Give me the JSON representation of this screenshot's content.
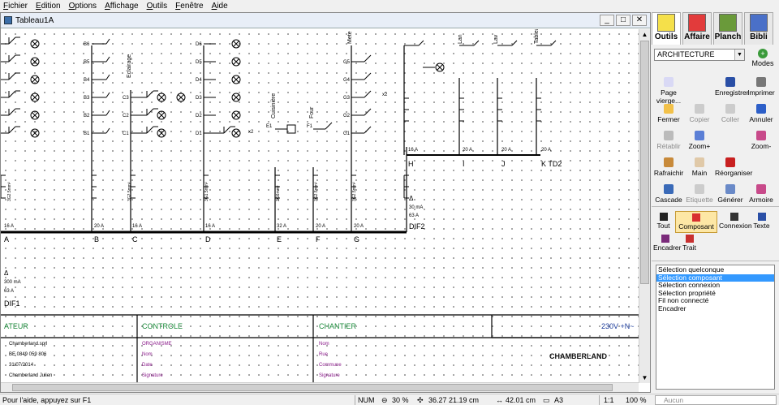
{
  "menu": [
    "Fichier",
    "Edition",
    "Options",
    "Affichage",
    "Outils",
    "Fenêtre",
    "Aide"
  ],
  "document": {
    "title": "Tableau1A",
    "minimize": "_",
    "maximize": "□",
    "close": "✕"
  },
  "schematic": {
    "row_labels_left": [
      "B6",
      "B5",
      "B4",
      "B3",
      "B2",
      "B1"
    ],
    "row_labels_c": [
      "C3",
      "C2",
      "C1"
    ],
    "row_labels_d": [
      "D6",
      "D5",
      "D4",
      "D3",
      "D2",
      "D1"
    ],
    "row_labels_g": [
      "G5",
      "G4",
      "G3",
      "G2",
      "G1"
    ],
    "circuit_letters": [
      "A",
      "B",
      "C",
      "D",
      "E",
      "F",
      "G"
    ],
    "upper_letters": [
      "H",
      "I",
      "J",
      "K TD2"
    ],
    "rotated_labels": [
      "Eclairage",
      "Cuisinière",
      "Four",
      "Mete",
      "Lan",
      "Lav",
      "Tableau"
    ],
    "breaker_ratings_lower": [
      "16 A",
      "20 A",
      "16 A",
      "16 A",
      "32 A",
      "20 A",
      "20 A"
    ],
    "breaker_ratings_upper": [
      "16 A",
      "20 A",
      "20 A",
      "20 A"
    ],
    "cable_labels": [
      "3G2.5mm²",
      "3G2.5mm²",
      "3G1.5mm²",
      "3G6mm²",
      "3G2.5mm²",
      "3G2.5mm²"
    ],
    "x2_marks": [
      "x2",
      "x2"
    ],
    "dif_labels": [
      "DIF1",
      "DIF2"
    ],
    "dif1_info": [
      "Δ",
      "300 mA",
      "63 A"
    ],
    "dif2_info": [
      "Δ",
      "30 mA",
      "63 A"
    ],
    "e1": "E1",
    "f1": "F1"
  },
  "titleblock": {
    "sections": [
      "ATEUR",
      "CONTROLE",
      "CHANTIER"
    ],
    "voltage": "230V +N~",
    "left_lines": [
      "Chamberland.sprl",
      "BE 0849 059 806",
      "31/07/2014",
      "Chamberland Julien"
    ],
    "controle_lines": [
      "ORGANISME",
      "Nom",
      "Date",
      "Signature"
    ],
    "chantier_lines": [
      "Nom",
      "Rue",
      "Commune",
      "Signature"
    ],
    "logo": "CHAMBERLAND"
  },
  "panel": {
    "tabs": [
      {
        "label": "Outils",
        "icon": "pencil-icon",
        "color": "#f5e04a"
      },
      {
        "label": "Affaire",
        "icon": "document-icon",
        "color": "#e23b3b"
      },
      {
        "label": "Planch",
        "icon": "palette-icon",
        "color": "#6a9a3a"
      },
      {
        "label": "Bibli",
        "icon": "book-icon",
        "color": "#4a70c8"
      }
    ],
    "combo_value": "ARCHITECTURE",
    "modes_label": "Modes",
    "buttons": [
      {
        "label": "Page vierge...",
        "icon": "new-page-icon",
        "color": "#d9d9f5",
        "enabled": true
      },
      {
        "label": "",
        "icon": "dropdown-arrow-icon",
        "color": "#f0f0f0",
        "enabled": true
      },
      {
        "label": "Enregistrer",
        "icon": "save-icon",
        "color": "#2a4fa6",
        "enabled": true
      },
      {
        "label": "Imprimer",
        "icon": "printer-icon",
        "color": "#777777",
        "enabled": true
      },
      {
        "label": "Fermer",
        "icon": "folder-icon",
        "color": "#f2c14a",
        "enabled": true
      },
      {
        "label": "Copier",
        "icon": "copy-icon",
        "color": "#cccccc",
        "enabled": false
      },
      {
        "label": "Coller",
        "icon": "paste-icon",
        "color": "#cccccc",
        "enabled": false
      },
      {
        "label": "Annuler",
        "icon": "undo-icon",
        "color": "#2d5fc8",
        "enabled": true
      },
      {
        "label": "Rétablir",
        "icon": "redo-icon",
        "color": "#bbbbbb",
        "enabled": false
      },
      {
        "label": "Zoom+",
        "icon": "zoom-in-icon",
        "color": "#5b7fd6",
        "enabled": true
      },
      {
        "label": "",
        "icon": "spacer",
        "color": "#f0f0f0",
        "enabled": true
      },
      {
        "label": "Zoom-",
        "icon": "zoom-out-icon",
        "color": "#c84a8a",
        "enabled": true
      },
      {
        "label": "Rafraichir",
        "icon": "brush-icon",
        "color": "#c88a3a",
        "enabled": true
      },
      {
        "label": "Main",
        "icon": "hand-icon",
        "color": "#e0c9a8",
        "enabled": true
      },
      {
        "label": "Réorganiser",
        "icon": "reorganize-icon",
        "color": "#c82020",
        "enabled": true
      },
      {
        "label": "",
        "icon": "spacer",
        "color": "#f0f0f0",
        "enabled": true
      },
      {
        "label": "Cascade",
        "icon": "cascade-icon",
        "color": "#3a6ab8",
        "enabled": true
      },
      {
        "label": "Etiquette",
        "icon": "label-icon",
        "color": "#cccccc",
        "enabled": false
      },
      {
        "label": "Générer",
        "icon": "generate-icon",
        "color": "#6a8ac8",
        "enabled": true
      },
      {
        "label": "Armoire",
        "icon": "cabinet-icon",
        "color": "#c84a8a",
        "enabled": true
      }
    ],
    "tools": [
      {
        "label": "Tout",
        "icon": "arrow-cursor-icon",
        "color": "#222222",
        "selected": false
      },
      {
        "label": "Composant",
        "icon": "component-icon",
        "color": "#d83030",
        "selected": true
      },
      {
        "label": "Connexion",
        "icon": "line-icon",
        "color": "#333333",
        "selected": false
      },
      {
        "label": "Texte",
        "icon": "text-icon",
        "color": "#2a4fa6",
        "selected": false
      },
      {
        "label": "Encadrer",
        "icon": "frame-icon",
        "color": "#7a2a7a",
        "selected": false
      },
      {
        "label": "Trait",
        "icon": "pencil-line-icon",
        "color": "#c83030",
        "selected": false
      }
    ],
    "selection_list": [
      "Sélection quelconque",
      "Sélection composant",
      "Sélection connexion",
      "Sélection propriété",
      "Fil non connecté",
      "Encadrer"
    ],
    "selection_selected_index": 1
  },
  "status": {
    "help": "Pour l'aide, appuyez sur F1",
    "num": "NUM",
    "zoom": "30 %",
    "coords": "36.27 21.19 cm",
    "width": "42.01 cm",
    "format": "A3",
    "scale": "1:1",
    "percent": "100 %",
    "search_placeholder": "Aucun"
  }
}
